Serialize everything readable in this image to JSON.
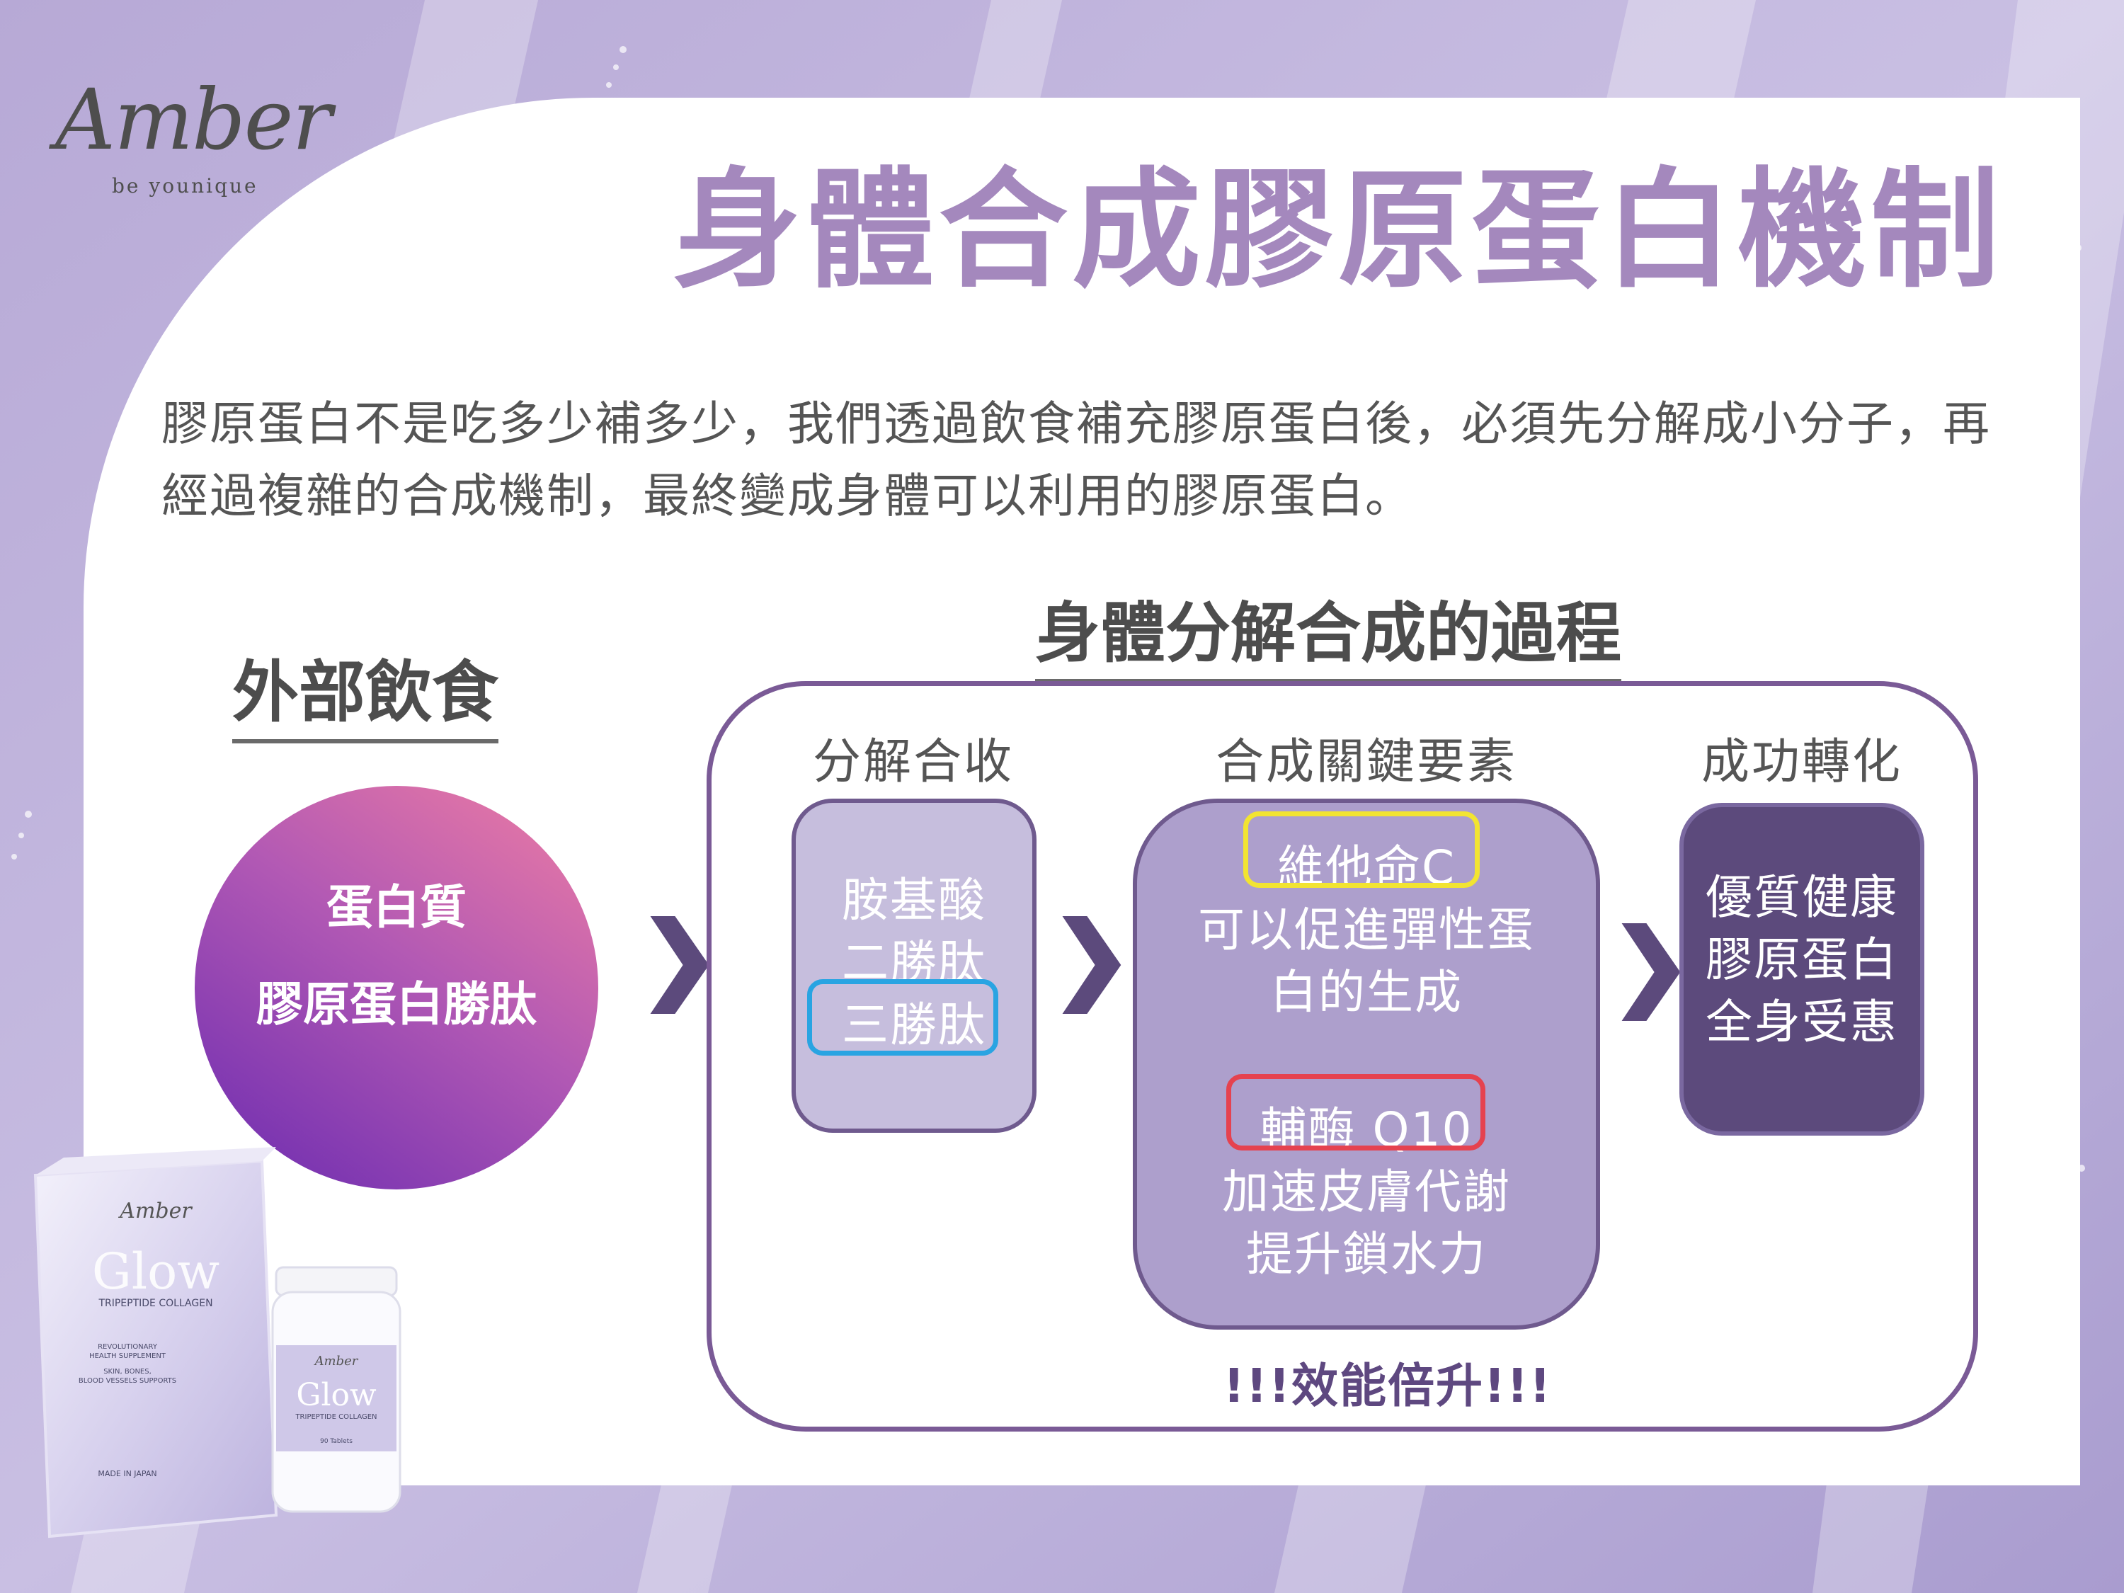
{
  "brand": {
    "name": "Amber",
    "tagline": "be younique"
  },
  "title": "身體合成膠原蛋白機制",
  "intro": "膠原蛋白不是吃多少補多少，我們透過飲食補充膠原蛋白後，必須先分解成小分子，再經過複雜的合成機制，最終變成身體可以利用的膠原蛋白。",
  "external": {
    "label": "外部飲食",
    "circle_lines": [
      "蛋白質",
      "膠原蛋白勝肽"
    ]
  },
  "process": {
    "label": "身體分解合成的過程",
    "columns": [
      {
        "title": "分解合收",
        "lines": [
          "胺基酸",
          "二勝肽",
          "三勝肽"
        ]
      },
      {
        "title": "合成關鍵要素",
        "lines": [
          "維他命C",
          "可以促進彈性蛋",
          "白的生成",
          "輔酶 Q10",
          "加速皮膚代謝",
          "提升鎖水力"
        ]
      },
      {
        "title": "成功轉化",
        "lines": [
          "優質健康",
          "膠原蛋白",
          "全身受惠"
        ]
      }
    ],
    "boost": "!!!效能倍升!!!"
  },
  "product": {
    "brand": "Amber",
    "name": "Glow",
    "subtitle": "TRIPEPTIDE COLLAGEN",
    "box_lines": [
      "REVOLUTIONARY",
      "HEALTH SUPPLEMENT",
      "SKIN, BONES,",
      "BLOOD VESSELS SUPPORTS"
    ],
    "count": "90 Tablets",
    "origin": "MADE IN JAPAN"
  },
  "colors": {
    "title": "#a488bd",
    "container_border": "#7a5a96",
    "box1": "#c6bedd",
    "box2": "#ad9fcc",
    "box3": "#5c4a7c",
    "arrow": "#5c4a7c",
    "highlight_tripeptide": "#29a4e2",
    "highlight_vitamin_c": "#f2e431",
    "highlight_q10": "#e5424f"
  }
}
